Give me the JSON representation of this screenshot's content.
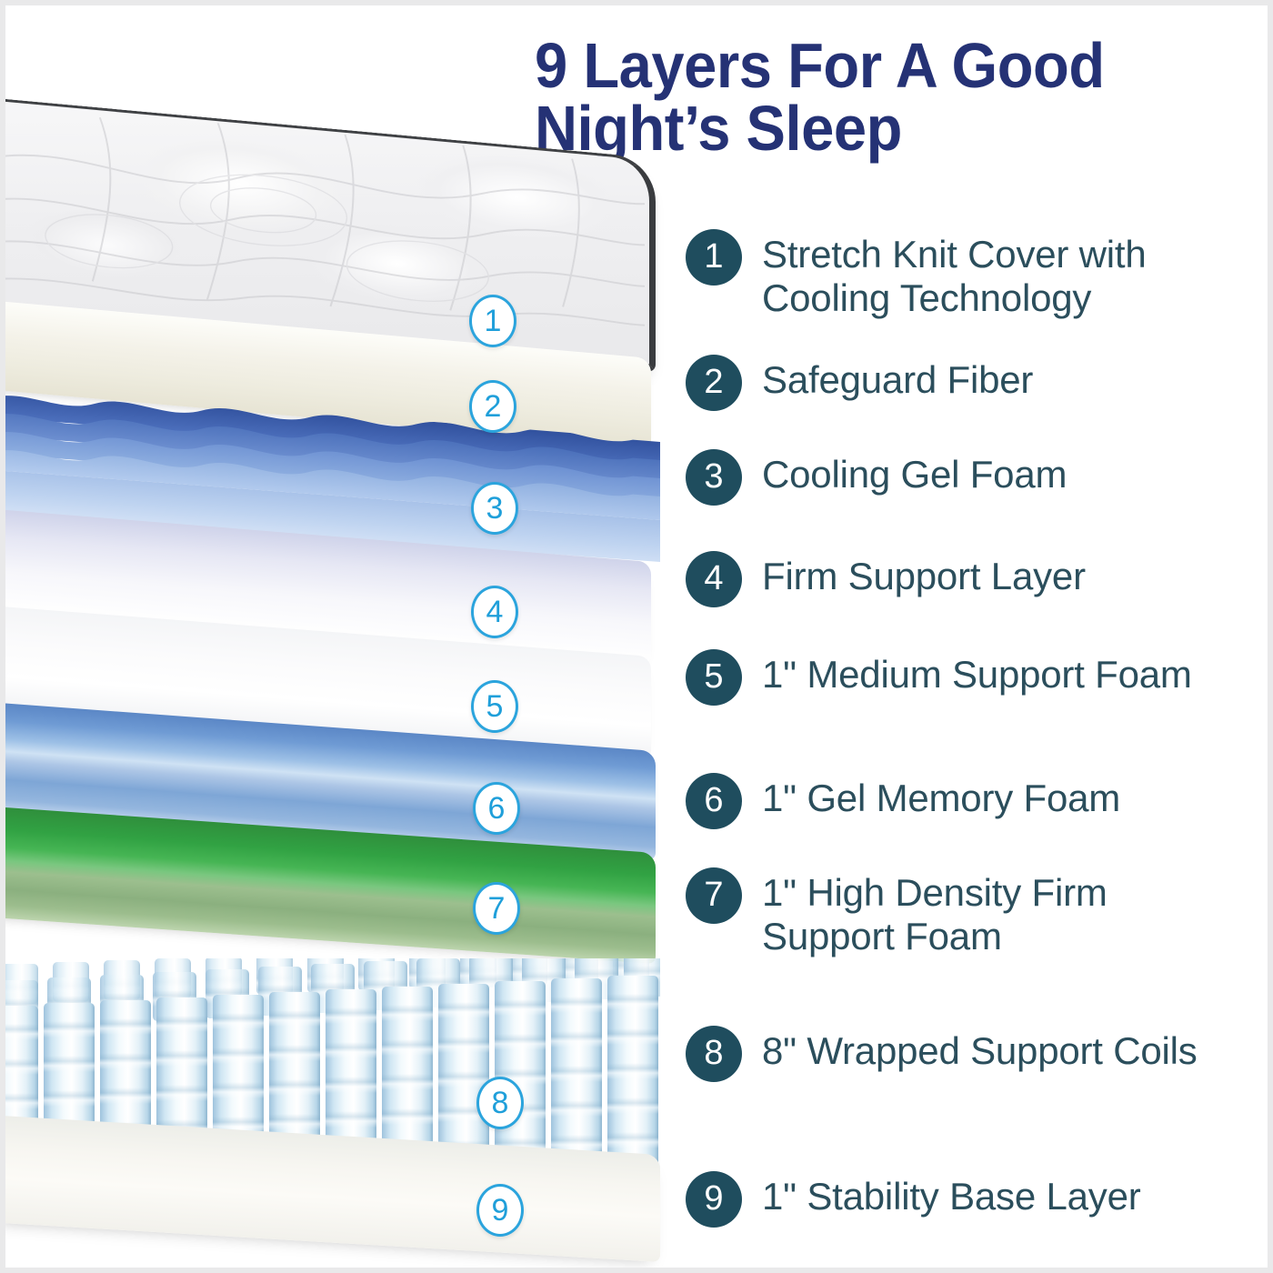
{
  "title": "9 Layers For A Good Night’s Sleep",
  "accent": {
    "title_navy": "#253275",
    "legend_badge_teal": "#1f4d5e",
    "legend_text_teal": "#2b4e5c",
    "callout_blue": "#2ba4dd",
    "background": "#ffffff"
  },
  "legend": {
    "items": [
      {
        "number": "1",
        "label": "Stretch Knit Cover with Cooling Technology"
      },
      {
        "number": "2",
        "label": "Safeguard Fiber"
      },
      {
        "number": "3",
        "label": "Cooling Gel Foam"
      },
      {
        "number": "4",
        "label": "Firm Support Layer"
      },
      {
        "number": "5",
        "label": "1\" Medium Support Foam"
      },
      {
        "number": "6",
        "label": "1\" Gel Memory Foam"
      },
      {
        "number": "7",
        "label": "1\" High Density Firm Support Foam"
      },
      {
        "number": "8",
        "label": "8\" Wrapped Support Coils"
      },
      {
        "number": "9",
        "label": "1\" Stability Base Layer"
      }
    ]
  },
  "illustration": {
    "callouts": [
      {
        "number": "1",
        "layer": "stretch-knit-cover"
      },
      {
        "number": "2",
        "layer": "safeguard-fiber"
      },
      {
        "number": "3",
        "layer": "cooling-gel-foam"
      },
      {
        "number": "4",
        "layer": "firm-support-layer"
      },
      {
        "number": "5",
        "layer": "medium-support-foam"
      },
      {
        "number": "6",
        "layer": "gel-memory-foam"
      },
      {
        "number": "7",
        "layer": "high-density-firm-support-foam"
      },
      {
        "number": "8",
        "layer": "wrapped-support-coils"
      },
      {
        "number": "9",
        "layer": "stability-base-layer"
      }
    ]
  }
}
